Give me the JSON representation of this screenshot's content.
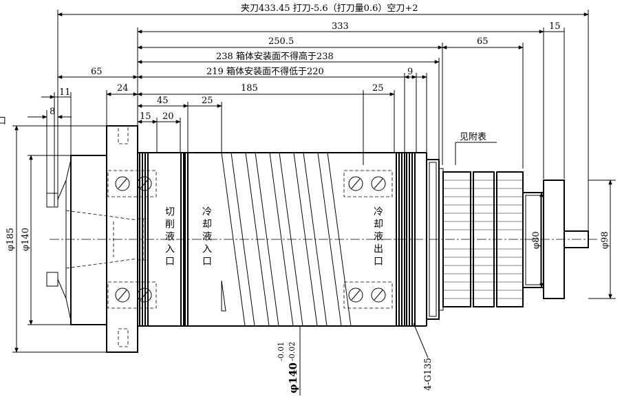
{
  "dimensions": {
    "overall_top": "夹刀433.45 打刀-5.6（打刀量0.6）空刀+2",
    "d333": "333",
    "d15_top": "15",
    "d250_5": "250.5",
    "d65_right": "65",
    "d238": "238 箱体安装面不得高于238",
    "d219": "219 箱体安装面不得低于220",
    "d9": "9",
    "d65_left": "65",
    "d11": "11",
    "d24": "24",
    "d185": "185",
    "d25_right": "25",
    "d45": "45",
    "d25_left": "25",
    "d8": "8",
    "d15_small": "15",
    "d20": "20"
  },
  "labels": {
    "cut_fluid_in": "切削液入口",
    "cool_fluid_in": "冷却液入口",
    "cool_fluid_out": "冷却液出口",
    "see_table": "见附表",
    "inlet_fragment": "口"
  },
  "diameters": {
    "phi185": "φ185",
    "phi140_left": "φ140",
    "phi80": "φ80",
    "phi98": "φ98",
    "phi140_tol_main": "φ140",
    "phi140_tol_upper": "-0.01",
    "phi140_tol_lower": "-0.02",
    "seal": "4-G135"
  }
}
